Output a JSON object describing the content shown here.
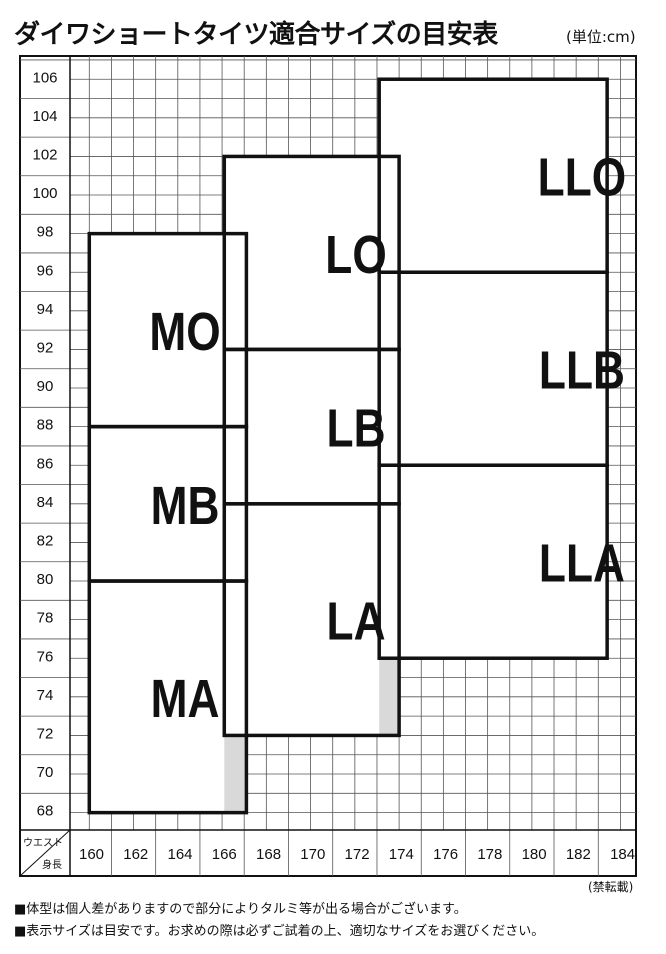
{
  "title": "ダイワショートタイツ適合サイズの目安表",
  "unit_label": "(単位:cm)",
  "copyright": "(禁転載)",
  "notes": [
    "■体型は個人差がありますので部分によりタルミ等が出る場合がございます。",
    "■表示サイズは目安です。お求めの際は必ずご試着の上、適切なサイズをお選びください。"
  ],
  "chart_data": {
    "type": "table",
    "xlabel": "身長",
    "ylabel": "ウエスト",
    "x_ticks": [
      160,
      162,
      164,
      166,
      168,
      170,
      172,
      174,
      176,
      178,
      180,
      182,
      184
    ],
    "y_ticks": [
      106,
      104,
      102,
      100,
      98,
      96,
      94,
      92,
      90,
      88,
      86,
      84,
      82,
      80,
      78,
      76,
      74,
      72,
      70,
      68
    ],
    "xlim": [
      158,
      185
    ],
    "ylim": [
      67,
      107
    ],
    "grid": true,
    "size_groups": [
      {
        "x_range": [
          159.9,
          167.0
        ],
        "overlap_x": [
          166.0,
          167.0
        ],
        "zones": [
          {
            "label": "MO",
            "y_range": [
              87.9,
              97.9
            ]
          },
          {
            "label": "MB",
            "y_range": [
              79.9,
              87.9
            ]
          },
          {
            "label": "MA",
            "y_range": [
              67.9,
              79.9
            ]
          }
        ]
      },
      {
        "x_range": [
          166.0,
          173.9
        ],
        "overlap_x": [
          173.0,
          173.9
        ],
        "zones": [
          {
            "label": "LO",
            "y_range": [
              91.9,
              101.9
            ]
          },
          {
            "label": "LB",
            "y_range": [
              83.9,
              91.9
            ]
          },
          {
            "label": "LA",
            "y_range": [
              71.9,
              83.9
            ]
          }
        ]
      },
      {
        "x_range": [
          173.0,
          183.3
        ],
        "overlap_x": [],
        "zones": [
          {
            "label": "LLO",
            "y_range": [
              95.9,
              105.9
            ]
          },
          {
            "label": "LLB",
            "y_range": [
              85.9,
              95.9
            ]
          },
          {
            "label": "LLA",
            "y_range": [
              75.9,
              85.9
            ]
          }
        ]
      }
    ]
  }
}
